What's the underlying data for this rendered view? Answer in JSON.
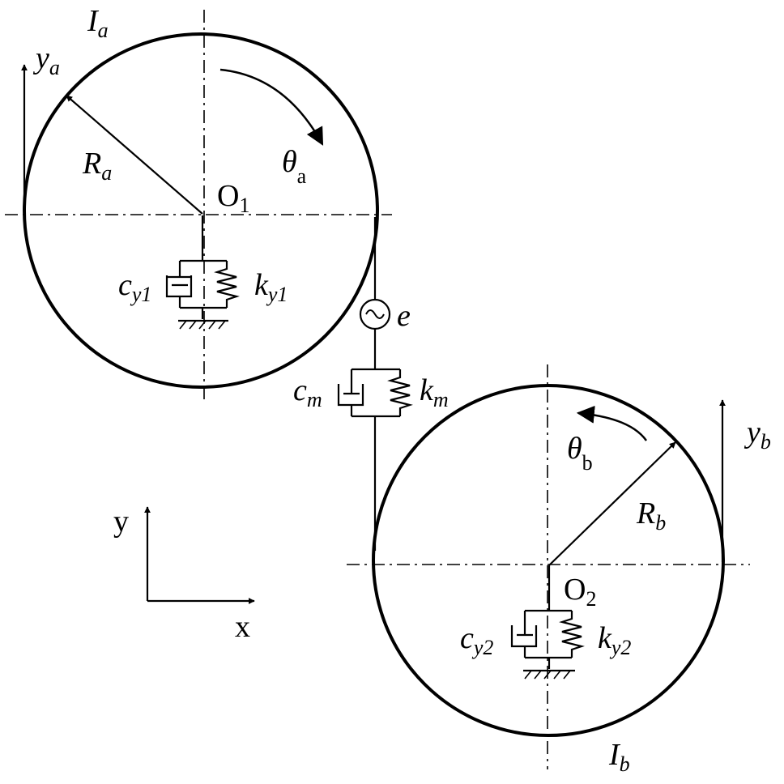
{
  "gear_a": {
    "inertia": {
      "main": "I",
      "sub": "a"
    },
    "center": {
      "main": "O",
      "sub": "1"
    },
    "radius": {
      "main": "R",
      "sub": "a"
    },
    "angle": {
      "main": "θ",
      "sub": "a"
    },
    "displacement": {
      "main": "y",
      "sub": "a"
    },
    "damper": {
      "main": "c",
      "sub": "y1"
    },
    "spring": {
      "main": "k",
      "sub": "y1"
    }
  },
  "gear_b": {
    "inertia": {
      "main": "I",
      "sub": "b"
    },
    "center": {
      "main": "O",
      "sub": "2"
    },
    "radius": {
      "main": "R",
      "sub": "b"
    },
    "angle": {
      "main": "θ",
      "sub": "b"
    },
    "displacement": {
      "main": "y",
      "sub": "b"
    },
    "damper": {
      "main": "c",
      "sub": "y2"
    },
    "spring": {
      "main": "k",
      "sub": "y2"
    }
  },
  "mesh": {
    "error": "e",
    "damper": {
      "main": "c",
      "sub": "m"
    },
    "spring": {
      "main": "k",
      "sub": "m"
    }
  },
  "axes": {
    "x_label": "x",
    "y_label": "y"
  }
}
